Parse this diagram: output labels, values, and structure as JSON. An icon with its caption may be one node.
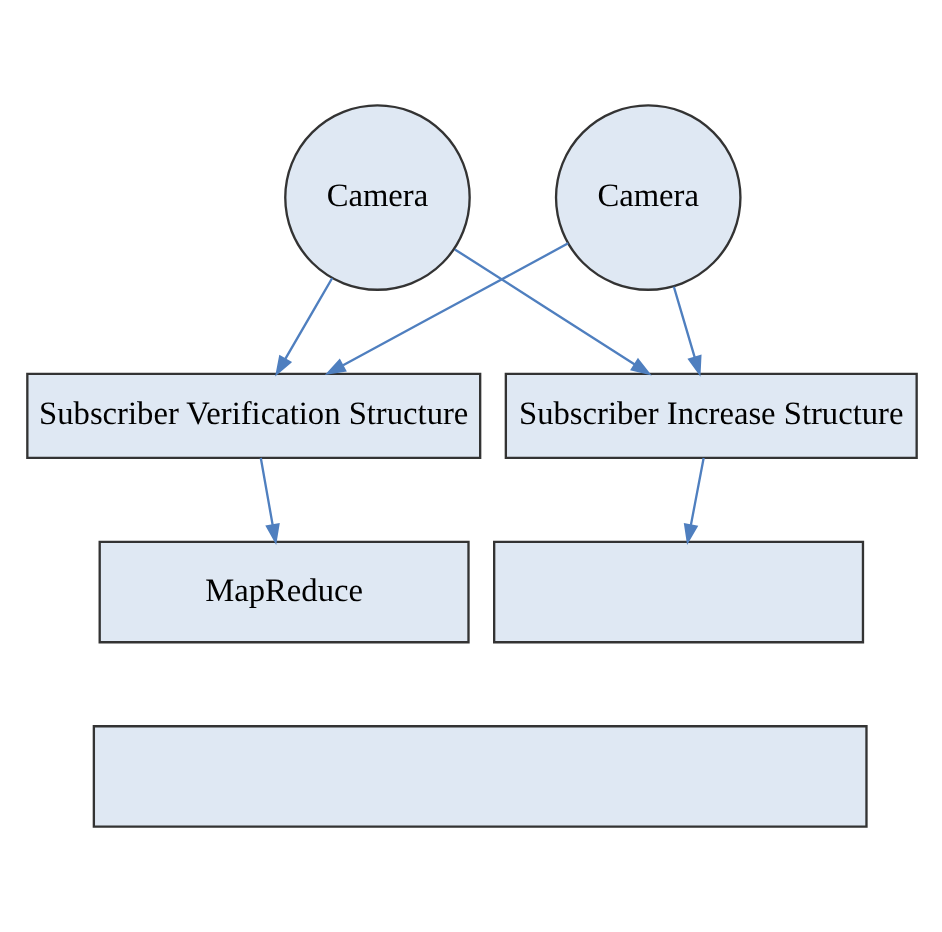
{
  "diagram": {
    "nodes": [
      {
        "text": [
          "Camera"
        ]
      },
      {
        "text": [
          "Camera"
        ]
      },
      {
        "text": [
          "Subscriber Verification Structure"
        ]
      },
      {
        "text": [
          "Subscriber Increase Structure"
        ]
      },
      {
        "text": [
          "MapReduce"
        ]
      },
      {
        "text": [],
        "shape": "box"
      },
      {
        "text": [],
        "shape": "box"
      }
    ],
    "edges": [
      {
        "from": 0,
        "to": 2,
        "arrow": "to"
      },
      {
        "from": 0,
        "to": 3,
        "arrow": "to"
      },
      {
        "from": 1,
        "to": 3,
        "arrow": "to"
      },
      {
        "from": 1,
        "to": 2,
        "arrow": "to"
      },
      {
        "from": 2,
        "to": 4,
        "arrow": "to"
      },
      {
        "from": 3,
        "to": 5,
        "arrow": "to"
      }
    ]
  }
}
